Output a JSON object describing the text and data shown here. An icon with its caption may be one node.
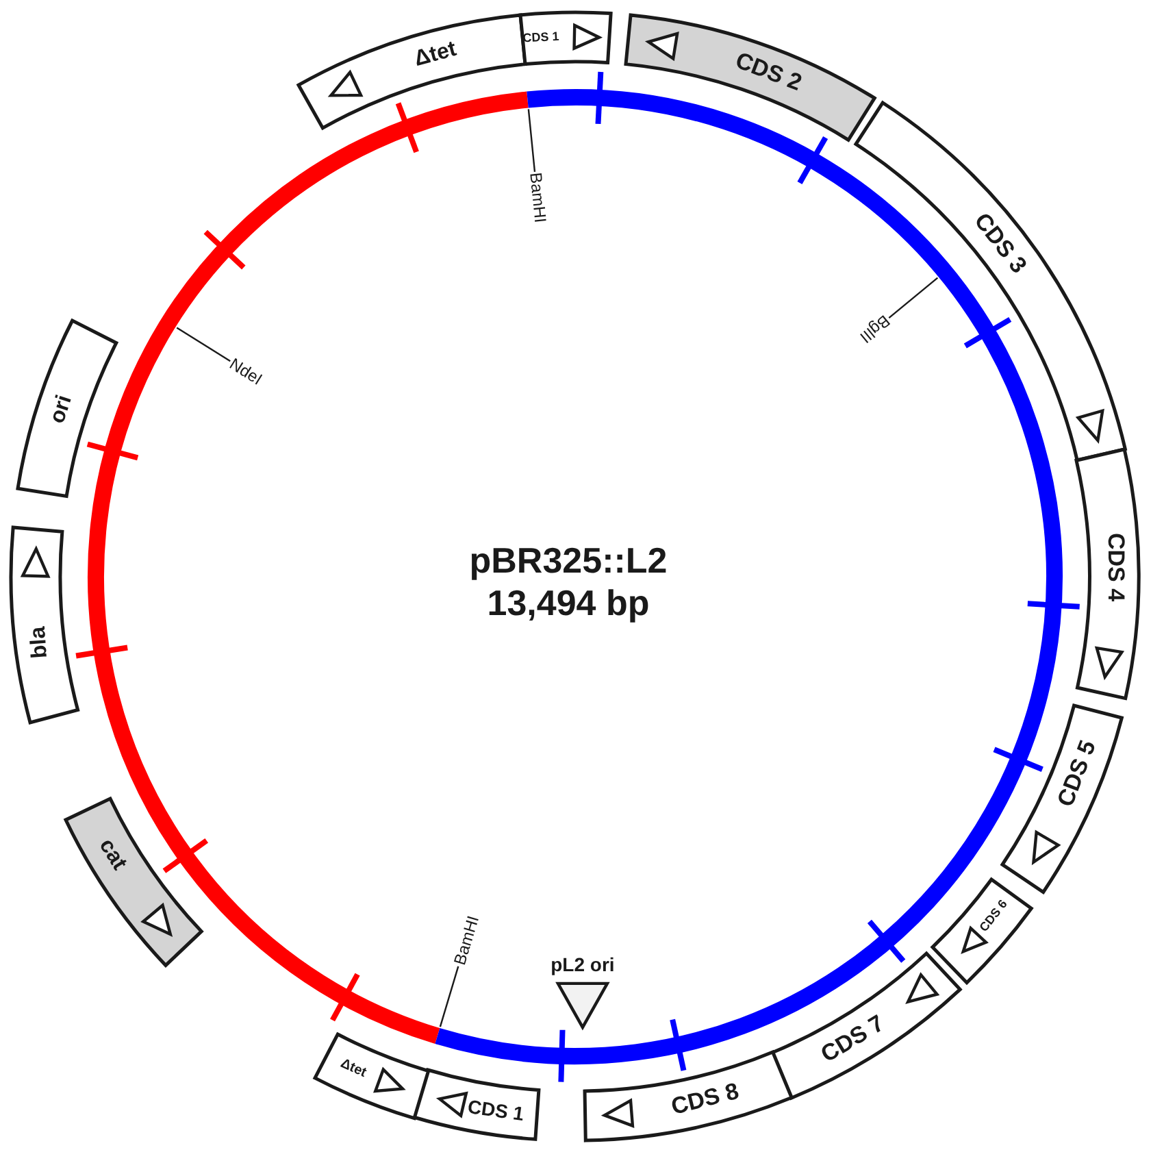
{
  "diagram": {
    "nodes": [
      {
        "text": [
          "Δtet"
        ]
      },
      {
        "text": [
          "CDS 1"
        ]
      },
      {
        "text": [
          "CDS 2"
        ]
      },
      {
        "text": [
          "CDS 3"
        ]
      },
      {
        "text": [
          "CDS 4"
        ]
      },
      {
        "text": [
          "CDS 5"
        ]
      },
      {
        "text": [
          "CDS 6"
        ]
      },
      {
        "text": [
          "CDS 7"
        ]
      },
      {
        "text": [
          "CDS 8"
        ]
      },
      {
        "text": [
          "CDS 1"
        ]
      },
      {
        "text": [
          "Δtet"
        ]
      },
      {
        "text": [
          "cat"
        ]
      },
      {
        "text": [
          "bla"
        ]
      },
      {
        "text": [
          "ori"
        ]
      },
      {
        "text": [
          "BamHI"
        ]
      },
      {
        "text": [
          "BglII"
        ]
      },
      {
        "text": [
          "BamHI"
        ]
      },
      {
        "text": [
          "NdeI"
        ]
      }
    ],
    "edges": [
      {
        "from": 14,
        "to": null,
        "arrow": "none"
      },
      {
        "from": 15,
        "to": null,
        "arrow": "none"
      },
      {
        "from": 16,
        "to": null,
        "arrow": "none"
      },
      {
        "from": 17,
        "to": null,
        "arrow": "none"
      }
    ],
    "labels": [
      "pBR325::L2",
      "13,494 bp",
      "pL2 ori"
    ]
  }
}
